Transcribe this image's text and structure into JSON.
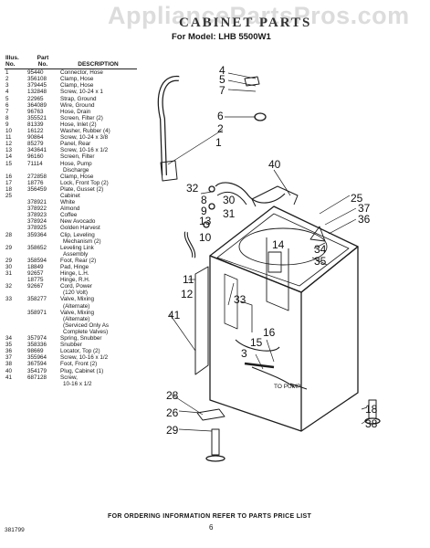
{
  "watermark": "AppliancePartsPros.com",
  "title": "CABINET PARTS",
  "subtitle": "For Model: LHB 5500W1",
  "columns": {
    "illus": "Illus.\nNo.",
    "part": "Part\nNo.",
    "desc": "DESCRIPTION"
  },
  "rows": [
    [
      "1",
      "95440",
      "Connector, Hose"
    ],
    [
      "2",
      "356108",
      "Clamp, Hose"
    ],
    [
      "3",
      "379445",
      "Clamp, Hose"
    ],
    [
      "4",
      "132848",
      "Screw, 10-24 x 1"
    ],
    [
      "5",
      "22965",
      "Strap, Ground"
    ],
    [
      "6",
      "364089",
      "Wire, Ground"
    ],
    [
      "7",
      "96763",
      "Hose, Drain"
    ],
    [
      "8",
      "355521",
      "Screen, Filter (2)"
    ],
    [
      "9",
      "81339",
      "Hose, Inlet (2)"
    ],
    [
      "10",
      "16122",
      "Washer, Rubber (4)"
    ],
    [
      "11",
      "90864",
      "Screw, 10-24 x 3/8"
    ],
    [
      "12",
      "85279",
      "Panel, Rear"
    ],
    [
      "13",
      "343641",
      "Screw, 10-16 x 1/2"
    ],
    [
      "14",
      "96160",
      "Screen, Filter"
    ],
    [
      "15",
      "71114",
      "Hose, Pump"
    ],
    [
      "",
      "",
      "Discharge"
    ],
    [
      "16",
      "272858",
      "Clamp, Hose"
    ],
    [
      "17",
      "18776",
      "Lock, Front Top (2)"
    ],
    [
      "18",
      "356459",
      "Plate, Gusset (2)"
    ],
    [
      "25",
      "",
      "Cabinet"
    ],
    [
      "",
      "378921",
      "White"
    ],
    [
      "",
      "378922",
      "Almond"
    ],
    [
      "",
      "378923",
      "Coffee"
    ],
    [
      "",
      "378924",
      "New Avocado"
    ],
    [
      "",
      "378925",
      "Golden Harvest"
    ],
    [
      "28",
      "359364",
      "Clip, Leveling"
    ],
    [
      "",
      "",
      "Mechanism (2)"
    ],
    [
      "29",
      "358652",
      "Leveling Link"
    ],
    [
      "",
      "",
      "Assembly"
    ],
    [
      "29",
      "358594",
      "Foot, Rear (2)"
    ],
    [
      "30",
      "18849",
      "Pad, Hinge"
    ],
    [
      "31",
      "92657",
      "Hinge, L.H."
    ],
    [
      "",
      "18775",
      "Hinge, R.H."
    ],
    [
      "32",
      "92667",
      "Cord, Power"
    ],
    [
      "",
      "",
      "(120 Volt)"
    ],
    [
      "33",
      "358277",
      "Valve, Mixing"
    ],
    [
      "",
      "",
      "(Alternate)"
    ],
    [
      "",
      "358971",
      "Valve, Mixing"
    ],
    [
      "",
      "",
      "(Alternate)"
    ],
    [
      "",
      "",
      "(Serviced Only As"
    ],
    [
      "",
      "",
      "Complete Valves)"
    ],
    [
      "34",
      "357974",
      "Spring, Snubber"
    ],
    [
      "35",
      "358336",
      "Snubber"
    ],
    [
      "36",
      "98669",
      "Locator, Top (2)"
    ],
    [
      "37",
      "355964",
      "Screw, 10-16 x 1/2"
    ],
    [
      "38",
      "367594",
      "Foot, Front (2)"
    ],
    [
      "40",
      "354179",
      "Plug, Cabinet (1)"
    ],
    [
      "41",
      "687128",
      "Screw,"
    ],
    [
      "",
      "",
      "10-16 x 1/2"
    ]
  ],
  "callouts": {
    "c4": "4",
    "c5": "5",
    "c7": "7",
    "c6": "6",
    "c2": "2",
    "c1": "1",
    "c40": "40",
    "c32": "32",
    "c8": "8",
    "c30": "30",
    "c9": "9",
    "c31": "31",
    "c13": "13",
    "c10": "10",
    "c25": "25",
    "c37": "37",
    "c36": "36",
    "c14": "14",
    "c34": "34",
    "c35": "35",
    "c11": "11",
    "c12": "12",
    "c33": "33",
    "c41": "41",
    "c16": "16",
    "c15": "15",
    "c3": "3",
    "c28": "28",
    "c26": "26",
    "c29": "29",
    "c18": "18",
    "c38": "38",
    "topump": "TO PUMP"
  },
  "footer": "FOR ORDERING INFORMATION REFER TO PARTS PRICE LIST",
  "page_number": "6",
  "doc_code": "381799"
}
